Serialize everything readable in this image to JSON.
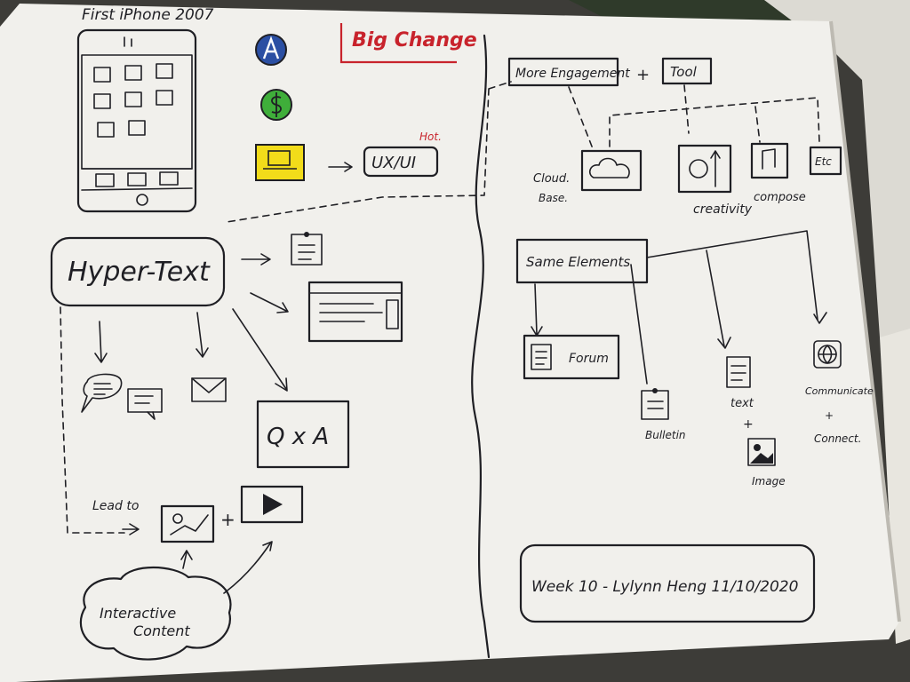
{
  "labels": {
    "first_iphone": "First iPhone 2007",
    "big_change": "Big Change",
    "hot": "Hot.",
    "ux_ui": "UX/UI",
    "more_engagement": "More Engagement",
    "plus_1": "+",
    "tool": "Tool",
    "cloud_base_1": "Cloud.",
    "cloud_base_2": "Base.",
    "creativity": "creativity",
    "compose": "compose",
    "etc": "Etc",
    "hypertext": "Hyper-Text",
    "qxa": "Q x A",
    "same_elements": "Same Elements",
    "forum": "Forum",
    "bulletin": "Bulletin",
    "text": "text",
    "plus_2": "+",
    "image": "Image",
    "communicate_1": "Communicate",
    "communicate_plus": "+",
    "communicate_2": "Connect.",
    "lead_to": "Lead to",
    "plus_3": "+",
    "interactive_1": "Interactive",
    "interactive_2": "Content",
    "week": "Week 10 - Lylynn Heng 11/10/2020"
  },
  "colors": {
    "ink": "#1f1f24",
    "paper": "#f1f0ec",
    "red_ink": "#c8232c",
    "appstore_blue": "#2b4fa3",
    "dollar_green": "#3fae3a",
    "highlight_yellow": "#f2dc1a"
  },
  "icons": [
    "appstore-icon",
    "dollar-icon",
    "toolbox-icon",
    "bulletin-icon",
    "browser-window-icon",
    "chat-bubbles-icon",
    "envelope-icon",
    "forum-icon",
    "globe-icon",
    "image-icon",
    "chart-icon",
    "play-icon",
    "cloud-icon",
    "creativity-icon",
    "music-note-icon"
  ]
}
